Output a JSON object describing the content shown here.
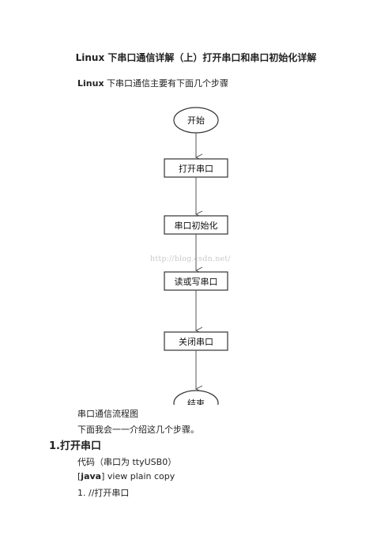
{
  "document": {
    "title": "Linux 下串口通信详解（上）打开串口和串口初始化详解",
    "intro_prefix": "Linux",
    "intro_suffix": " 下串口通信主要有下面几个步骤"
  },
  "flowchart": {
    "nodes": [
      {
        "label": "开始",
        "shape": "ellipse"
      },
      {
        "label": "打开串口",
        "shape": "rect"
      },
      {
        "label": "串口初始化",
        "shape": "rect"
      },
      {
        "label": "读或写串口",
        "shape": "rect"
      },
      {
        "label": "关闭串口",
        "shape": "rect"
      },
      {
        "label": "结束",
        "shape": "ellipse"
      }
    ],
    "watermark": "http://blog.csdn.net/",
    "stroke_color": "#333333",
    "arrow_color": "#555555"
  },
  "body": {
    "caption": "串口通信流程图",
    "paragraph": "下面我会一一介绍这几个步骤。",
    "section_heading": "1.打开串口",
    "code_note": "代码（串口为 ttyUSB0）",
    "code_meta_open": "[",
    "code_lang": "java",
    "code_meta_rest": "] view plain copy",
    "code_line_1": "1. //打开串口"
  }
}
